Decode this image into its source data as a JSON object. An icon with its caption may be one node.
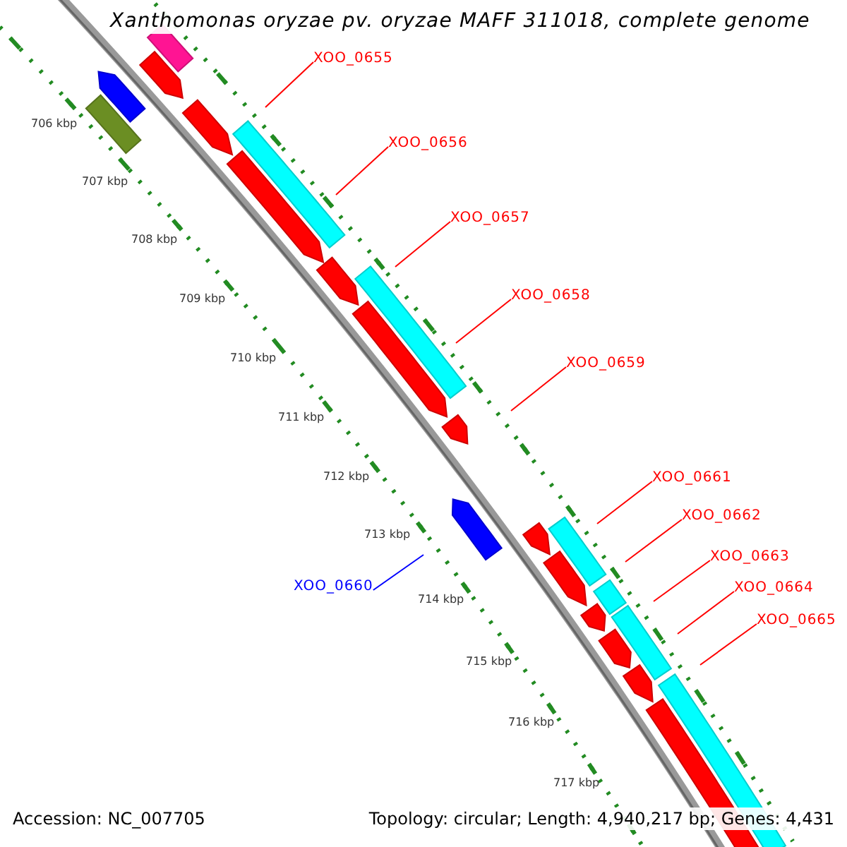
{
  "diagram": {
    "title": "Xanthomonas oryzae pv. oryzae MAFF 311018, complete genome",
    "nodes": [
      {
        "text": [
          "XOO_0655"
        ]
      },
      {
        "text": [
          "XOO_0656"
        ]
      },
      {
        "text": [
          "XOO_0657"
        ]
      },
      {
        "text": [
          "XOO_0658"
        ]
      },
      {
        "text": [
          "XOO_0659"
        ]
      },
      {
        "text": [
          "XOO_0661"
        ]
      },
      {
        "text": [
          "XOO_0662"
        ]
      },
      {
        "text": [
          "XOO_0663"
        ]
      },
      {
        "text": [
          "XOO_0660"
        ]
      },
      {
        "text": [
          "XOO_0664"
        ]
      },
      {
        "text": [
          "XOO_0665"
        ]
      }
    ],
    "edges": [
      {
        "from": 0,
        "to": null,
        "arrow": "none"
      },
      {
        "from": 1,
        "to": null,
        "arrow": "none"
      },
      {
        "from": 2,
        "to": null,
        "arrow": "none"
      },
      {
        "from": 3,
        "to": null,
        "arrow": "none"
      },
      {
        "from": 4,
        "to": null,
        "arrow": "none"
      },
      {
        "from": 5,
        "to": null,
        "arrow": "none"
      },
      {
        "from": 6,
        "to": null,
        "arrow": "none"
      },
      {
        "from": 7,
        "to": null,
        "arrow": "none"
      },
      {
        "from": 8,
        "to": null,
        "arrow": "none",
        "color": "#0000ff"
      },
      {
        "from": 9,
        "to": null,
        "arrow": "none"
      },
      {
        "from": 10,
        "to": null,
        "arrow": "none"
      }
    ],
    "labels": [
      "706 kbp",
      "707 kbp",
      "708 kbp",
      "709 kbp",
      "710 kbp",
      "711 kbp",
      "712 kbp",
      "713 kbp",
      "714 kbp",
      "715 kbp",
      "716 kbp",
      "717 kbp",
      "Accession: NC_007705",
      "Topology: circular; Length: 4,940,217 bp; Genes: 4,431"
    ]
  }
}
